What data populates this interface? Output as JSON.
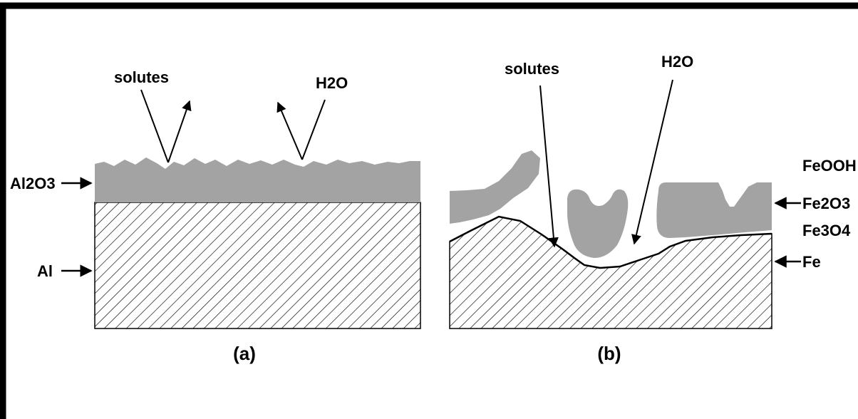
{
  "colors": {
    "frame": "#000000",
    "oxide_fill": "#a3a3a3",
    "hatch": "#000000",
    "background": "#ffffff"
  },
  "panel_a": {
    "label_solutes": "solutes",
    "label_water": "H2O",
    "label_oxide": "Al2O3",
    "label_metal": "Al",
    "caption": "(a)"
  },
  "panel_b": {
    "label_solutes": "solutes",
    "label_water": "H2O",
    "label_feooh": "FeOOH",
    "label_fe2o3": "Fe2O3",
    "label_fe3o4": "Fe3O4",
    "label_metal": "Fe",
    "caption": "(b)"
  }
}
